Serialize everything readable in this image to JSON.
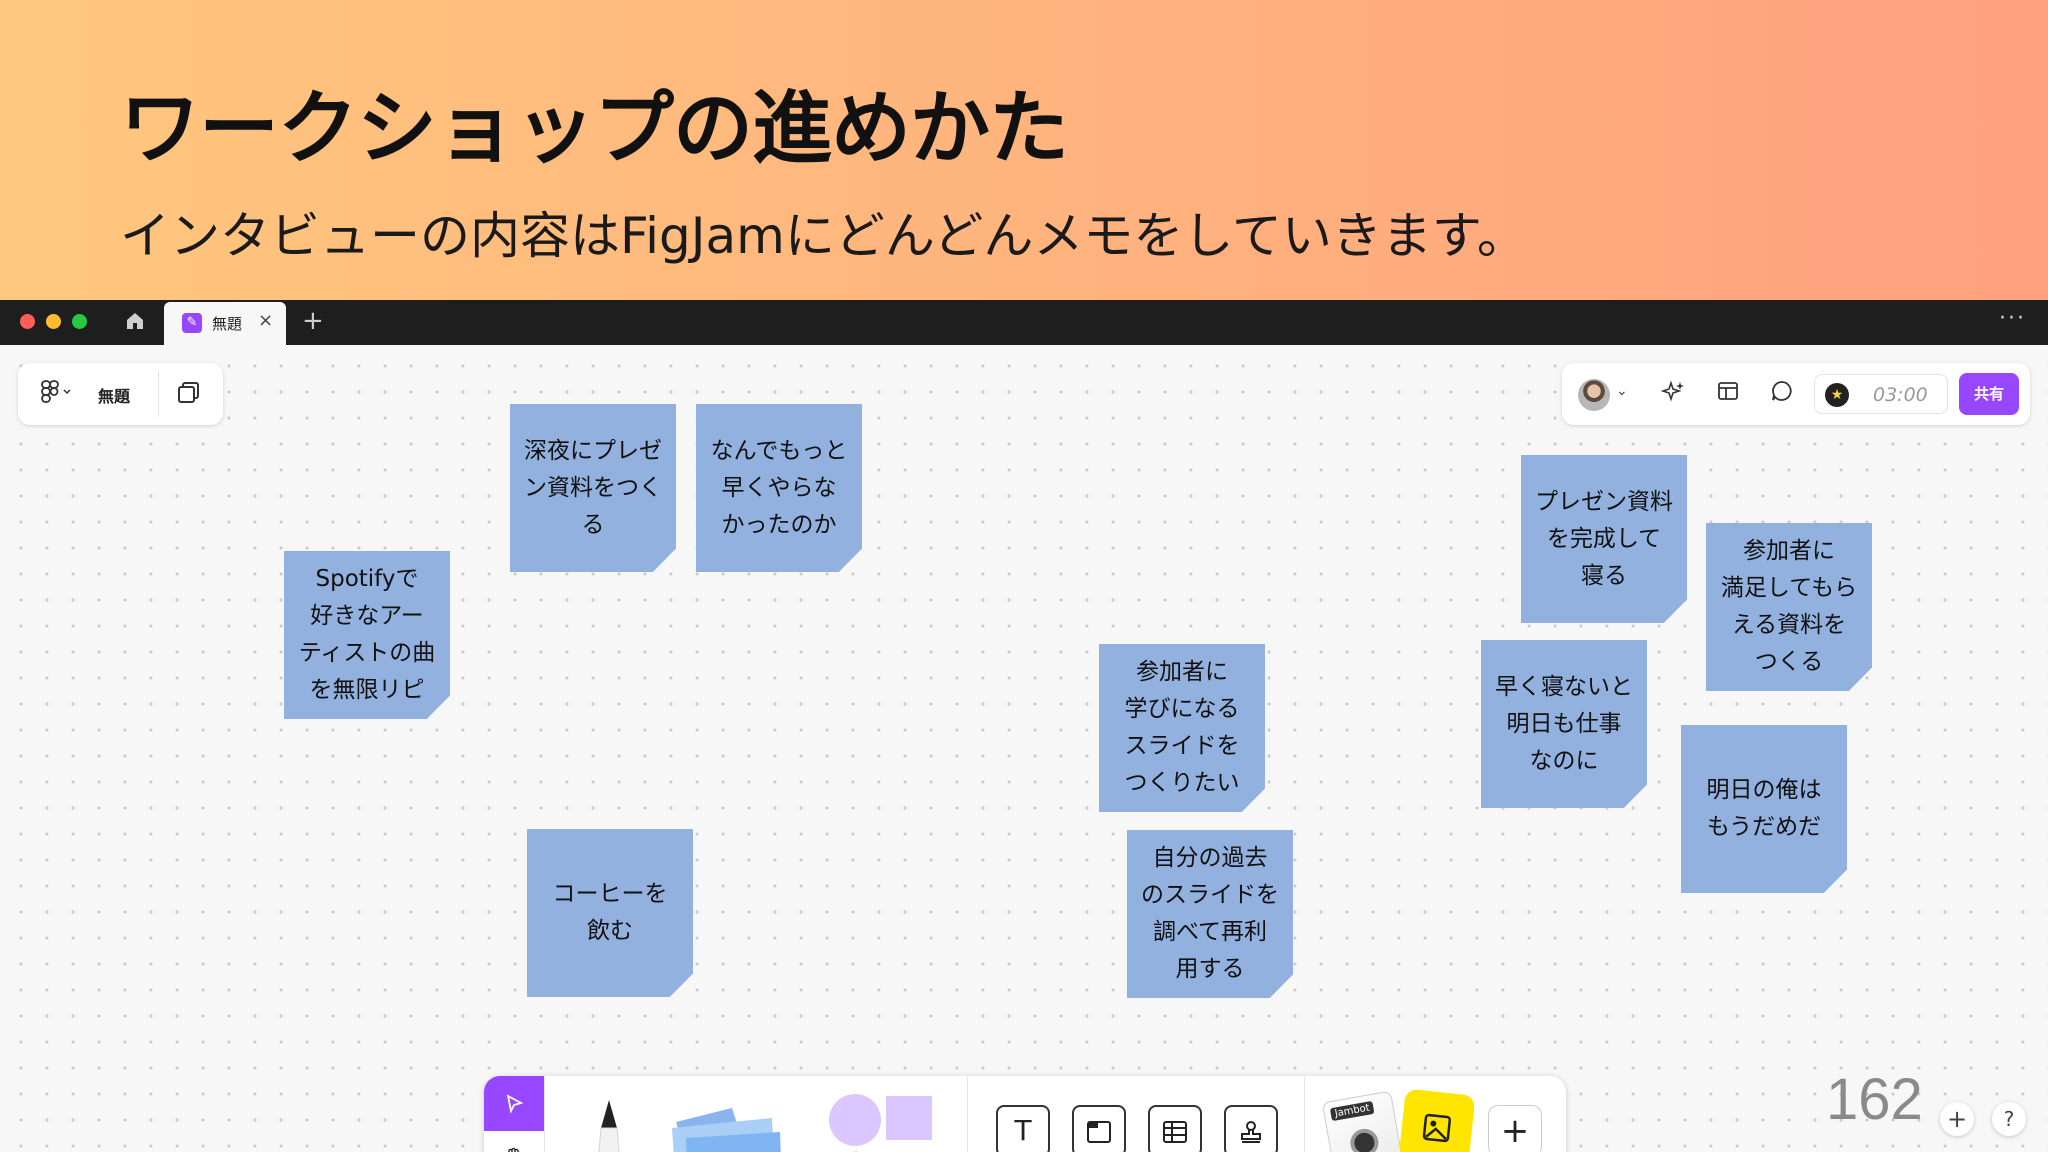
{
  "slide": {
    "title": "ワークショップの進めかた",
    "subtitle": "インタビューの内容はFigJamにどんどんメモをしていきます。",
    "page_number": "162"
  },
  "window": {
    "tab_label": "無題",
    "tab_close": "×",
    "new_tab": "+",
    "more_menu": "···"
  },
  "left_panel": {
    "menu_icon": "figma-icon",
    "file_name": "無題",
    "pages_icon": "pages-icon"
  },
  "right_panel": {
    "timer": "03:00",
    "share_label": "共有"
  },
  "stickies": [
    {
      "text": "深夜にプレゼ\nン資料をつく\nる"
    },
    {
      "text": "なんでもっと\n早くやらな\nかったのか"
    },
    {
      "text": "Spotifyで\n好きなアー\nティストの曲\nを無限リピ"
    },
    {
      "text": "参加者に\n学びになる\nスライドを\nつくりたい"
    },
    {
      "text": "コーヒーを\n飲む"
    },
    {
      "text": "自分の過去\nのスライドを\n調べて再利\n用する"
    },
    {
      "text": "プレゼン資料\nを完成して\n寝る"
    },
    {
      "text": "参加者に\n満足してもら\nえる資料を\nつくる"
    },
    {
      "text": "早く寝ないと\n明日も仕事\nなのに"
    },
    {
      "text": "明日の俺は\nもうだめだ"
    }
  ],
  "toolbar": {
    "text_tool": "T",
    "jambot_label": "Jambot",
    "plus": "+"
  },
  "bottom_right": {
    "zoom_plus": "+",
    "help": "?"
  },
  "colors": {
    "accent": "#9747ff",
    "sticky": "#92b1df",
    "header_left": "#ffc77e",
    "header_right": "#ffa07e"
  }
}
